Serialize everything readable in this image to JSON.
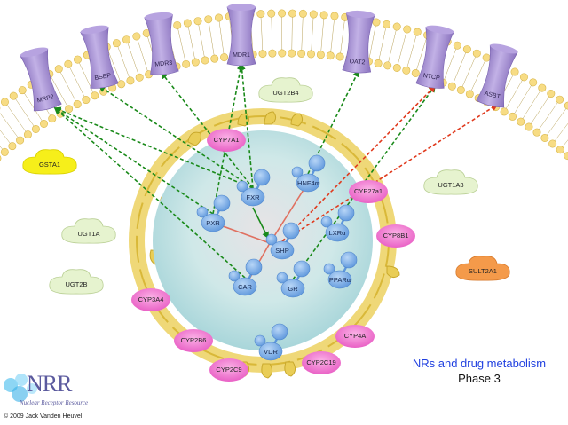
{
  "title": "NRs and drug metabolism",
  "subtitle": "Phase 3",
  "logo": {
    "abbr": "NRR",
    "name": "Nuclear Receptor Resource"
  },
  "copyright": "© 2009 Jack Vanden Heuvel",
  "colors": {
    "transporter": "#a58fd0",
    "nuclear_receptor": "#7fb2ea",
    "cyp": "#f06bc8",
    "ugt": "#e6f3cf",
    "gsta": "#f6ef1a",
    "sult": "#f49a4a",
    "membrane_head": "#f7dc84",
    "er": "#e7c64e",
    "nucleus": "#cfe9ea",
    "activation_arrow": "#1a8a1a",
    "repression_arrow": "#e03a1e",
    "shp_arrow": "#e07060"
  },
  "transporters": [
    {
      "id": "MRP2",
      "label": "MRP2"
    },
    {
      "id": "BSEP",
      "label": "BSEP"
    },
    {
      "id": "MDR3",
      "label": "MDR3"
    },
    {
      "id": "MDR1",
      "label": "MDR1"
    },
    {
      "id": "OAT2",
      "label": "OAT2"
    },
    {
      "id": "NTCP",
      "label": "NTCP"
    },
    {
      "id": "ASBT",
      "label": "ASBT"
    }
  ],
  "nuclear_receptors": [
    {
      "id": "FXR",
      "label": "FXR"
    },
    {
      "id": "HNF4a",
      "label": "HNF4α"
    },
    {
      "id": "PXR",
      "label": "PXR"
    },
    {
      "id": "SHP",
      "label": "SHP"
    },
    {
      "id": "LXRa",
      "label": "LXRα"
    },
    {
      "id": "CAR",
      "label": "CAR"
    },
    {
      "id": "GR",
      "label": "GR"
    },
    {
      "id": "PPARa",
      "label": "PPARα"
    },
    {
      "id": "VDR",
      "label": "VDR"
    }
  ],
  "cyp_enzymes": [
    {
      "id": "CYP7A1",
      "label": "CYP7A1"
    },
    {
      "id": "CYP27a1",
      "label": "CYP27a1"
    },
    {
      "id": "CYP8B1",
      "label": "CYP8B1"
    },
    {
      "id": "CYP3A4",
      "label": "CYP3A4"
    },
    {
      "id": "CYP2B6",
      "label": "CYP2B6"
    },
    {
      "id": "CYP2C9",
      "label": "CYP2C9"
    },
    {
      "id": "CYP2C19",
      "label": "CYP2C19"
    },
    {
      "id": "CYP4A",
      "label": "CYP4A"
    }
  ],
  "phase2_enzymes": [
    {
      "id": "UGT2B4",
      "label": "UGT2B4",
      "type": "ugt"
    },
    {
      "id": "GSTA1",
      "label": "GSTA1",
      "type": "gsta"
    },
    {
      "id": "UGT1A",
      "label": "UGT1A",
      "type": "ugt"
    },
    {
      "id": "UGT2B",
      "label": "UGT2B",
      "type": "ugt"
    },
    {
      "id": "UGT1A3",
      "label": "UGT1A3",
      "type": "ugt"
    },
    {
      "id": "SULT2A1",
      "label": "SULT2A1",
      "type": "sult"
    }
  ],
  "edges": [
    {
      "from": "FXR",
      "to": "MRP2",
      "kind": "activation"
    },
    {
      "from": "FXR",
      "to": "BSEP",
      "kind": "activation"
    },
    {
      "from": "FXR",
      "to": "MDR3",
      "kind": "activation"
    },
    {
      "from": "FXR",
      "to": "MDR1",
      "kind": "activation"
    },
    {
      "from": "FXR",
      "to": "SHP",
      "kind": "activation_solid"
    },
    {
      "from": "PXR",
      "to": "MRP2",
      "kind": "activation"
    },
    {
      "from": "PXR",
      "to": "MDR1",
      "kind": "activation"
    },
    {
      "from": "CAR",
      "to": "MRP2",
      "kind": "activation"
    },
    {
      "from": "HNF4a",
      "to": "OAT2",
      "kind": "activation"
    },
    {
      "from": "GR",
      "to": "NTCP",
      "kind": "activation"
    },
    {
      "from": "SHP",
      "to": "NTCP",
      "kind": "repression"
    },
    {
      "from": "SHP",
      "to": "ASBT",
      "kind": "repression"
    },
    {
      "from": "SHP",
      "to": "PXR",
      "kind": "shp_solid"
    },
    {
      "from": "SHP",
      "to": "CAR",
      "kind": "shp_solid"
    },
    {
      "from": "SHP",
      "to": "HNF4a",
      "kind": "shp_solid"
    }
  ]
}
